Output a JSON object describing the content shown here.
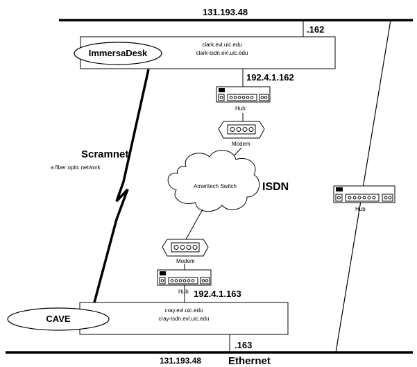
{
  "top_network": {
    "address": "131.193.48",
    "suffix": ".162"
  },
  "bottom_network": {
    "address": "131.193.48",
    "suffix": ".163",
    "name": "Ethernet"
  },
  "upper_host": {
    "label": "ImmersaDesk",
    "hostnames": [
      "clark.evl.uic.edu",
      "clark-isdn.evl.uic.edu"
    ],
    "isdn_ip": "192.4.1.162"
  },
  "lower_host": {
    "label": "CAVE",
    "hostnames": [
      "cray.evl.uic.edu",
      "cray-isdn.evl.uic.edu"
    ],
    "isdn_ip": "192.4.1.163"
  },
  "upper_hub": {
    "label": "Hub"
  },
  "upper_modem": {
    "label": "Modem"
  },
  "lower_modem": {
    "label": "Modem"
  },
  "lower_hub": {
    "label": "Hub"
  },
  "right_hub": {
    "label": "Hub"
  },
  "cloud": {
    "label": "Ameritech Switch"
  },
  "isdn": {
    "label": "ISDN"
  },
  "scramnet": {
    "title": "Scramnet",
    "subtitle": "a fiber optic network"
  }
}
